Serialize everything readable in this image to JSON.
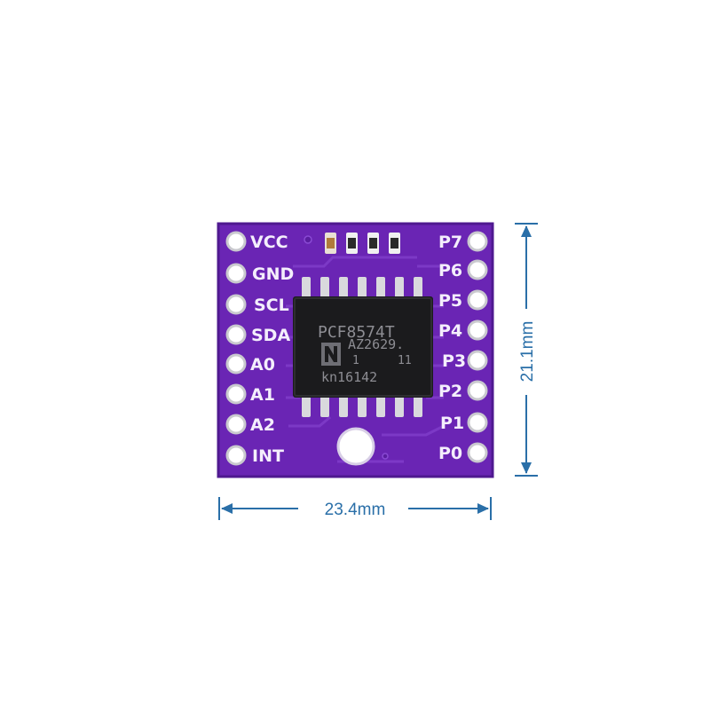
{
  "board": {
    "left_pins": [
      "VCC",
      "GND",
      "SCL",
      "SDA",
      "A0",
      "A1",
      "A2",
      "INT"
    ],
    "right_pins": [
      "P7",
      "P6",
      "P5",
      "P4",
      "P3",
      "P2",
      "P1",
      "P0"
    ],
    "chip": {
      "line1": "PCF8574T",
      "line2": "AZ2629.",
      "line3a": "1",
      "line3b": "11",
      "line4": "kn16142"
    },
    "pcb_color": "#6a25b4",
    "pad_color": "#d9d9dd"
  },
  "dimensions": {
    "width": "23.4mm",
    "height": "21.1mm",
    "color": "#2a6fa8"
  }
}
